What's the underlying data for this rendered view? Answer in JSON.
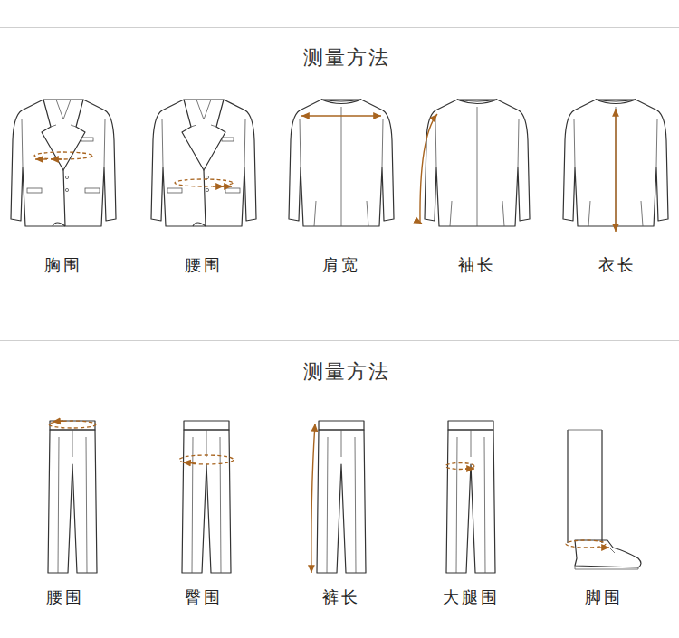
{
  "diagram": {
    "title": "测量方法",
    "labels": [
      "胸围",
      "腰围",
      "肩宽",
      "袖长",
      "衣长",
      "测量方法",
      "腰围",
      "臀围",
      "裤长",
      "大腿围",
      "脚围"
    ]
  }
}
